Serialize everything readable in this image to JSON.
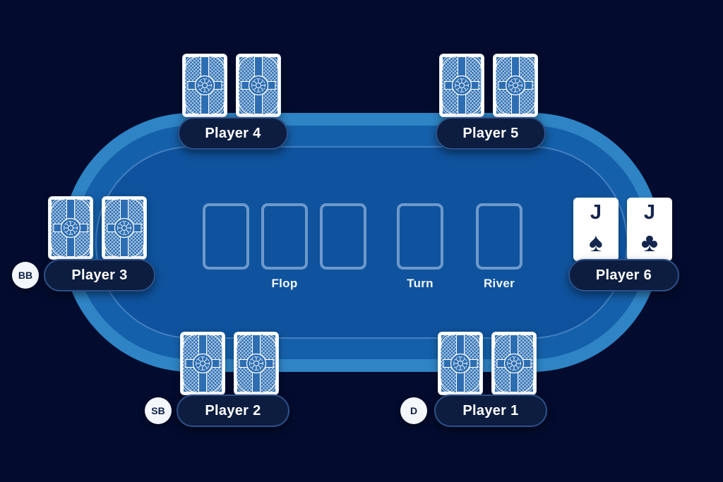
{
  "board": {
    "labels": {
      "flop": "Flop",
      "turn": "Turn",
      "river": "River"
    },
    "community_slots": [
      "empty",
      "empty",
      "empty",
      "empty",
      "empty"
    ]
  },
  "players": [
    {
      "name": "Player 1",
      "badge": "D",
      "hand": "hidden"
    },
    {
      "name": "Player 2",
      "badge": "SB",
      "hand": "hidden"
    },
    {
      "name": "Player 3",
      "badge": "BB",
      "hand": "hidden"
    },
    {
      "name": "Player 4",
      "badge": "",
      "hand": "hidden"
    },
    {
      "name": "Player 5",
      "badge": "",
      "hand": "hidden"
    },
    {
      "name": "Player 6",
      "badge": "",
      "hand": [
        {
          "rank": "J",
          "suit": "♠"
        },
        {
          "rank": "J",
          "suit": "♣"
        }
      ]
    }
  ],
  "colors": {
    "background": "#030C2E",
    "table_rim": "#2E84C4",
    "table_band": "#1560AA",
    "table_felt": "#0F539E",
    "slot_outline": "#7FA6D2",
    "card_back_blue": "#2D6EB2",
    "card_text": "#14264E",
    "nameplate_bg": "#0D1D40",
    "nameplate_border": "#2B5089",
    "badge_bg": "#F3F6FB",
    "text_dark": "#0E2147"
  }
}
